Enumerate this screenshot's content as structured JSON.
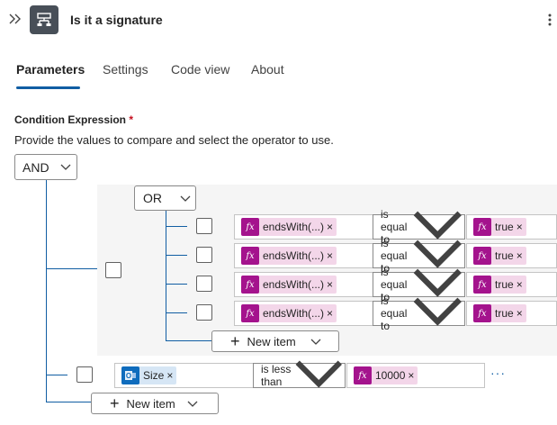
{
  "header": {
    "title": "Is it a signature",
    "expand_icon": "double-chevron-right-icon",
    "action_icon": "condition-icon",
    "more_icon": "more-vertical-icon"
  },
  "tabs": [
    {
      "label": "Parameters",
      "active": true
    },
    {
      "label": "Settings",
      "active": false
    },
    {
      "label": "Code view",
      "active": false
    },
    {
      "label": "About",
      "active": false
    }
  ],
  "condition": {
    "label": "Condition Expression",
    "required_mark": "*",
    "description": "Provide the values to compare and select the operator to use.",
    "root_operator": "AND",
    "group_operator": "OR",
    "group_rows": [
      {
        "left": "endsWith(...)",
        "operator": "is equal to",
        "right": "true"
      },
      {
        "left": "endsWith(...)",
        "operator": "is equal to",
        "right": "true"
      },
      {
        "left": "endsWith(...)",
        "operator": "is equal to",
        "right": "true"
      },
      {
        "left": "endsWith(...)",
        "operator": "is equal to",
        "right": "true"
      }
    ],
    "group_new_item": "New item",
    "size_row": {
      "left": "Size",
      "operator": "is less than",
      "right": "10000",
      "more": "···"
    },
    "root_new_item": "New item",
    "remove_glyph": "×",
    "fx_glyph": "fx"
  },
  "colors": {
    "accent": "#115ea3",
    "expression_token": "#f3d6e9",
    "expression_icon": "#a4138d",
    "dynamic_token": "#d6e6f5",
    "dynamic_icon": "#0f6cbd"
  }
}
